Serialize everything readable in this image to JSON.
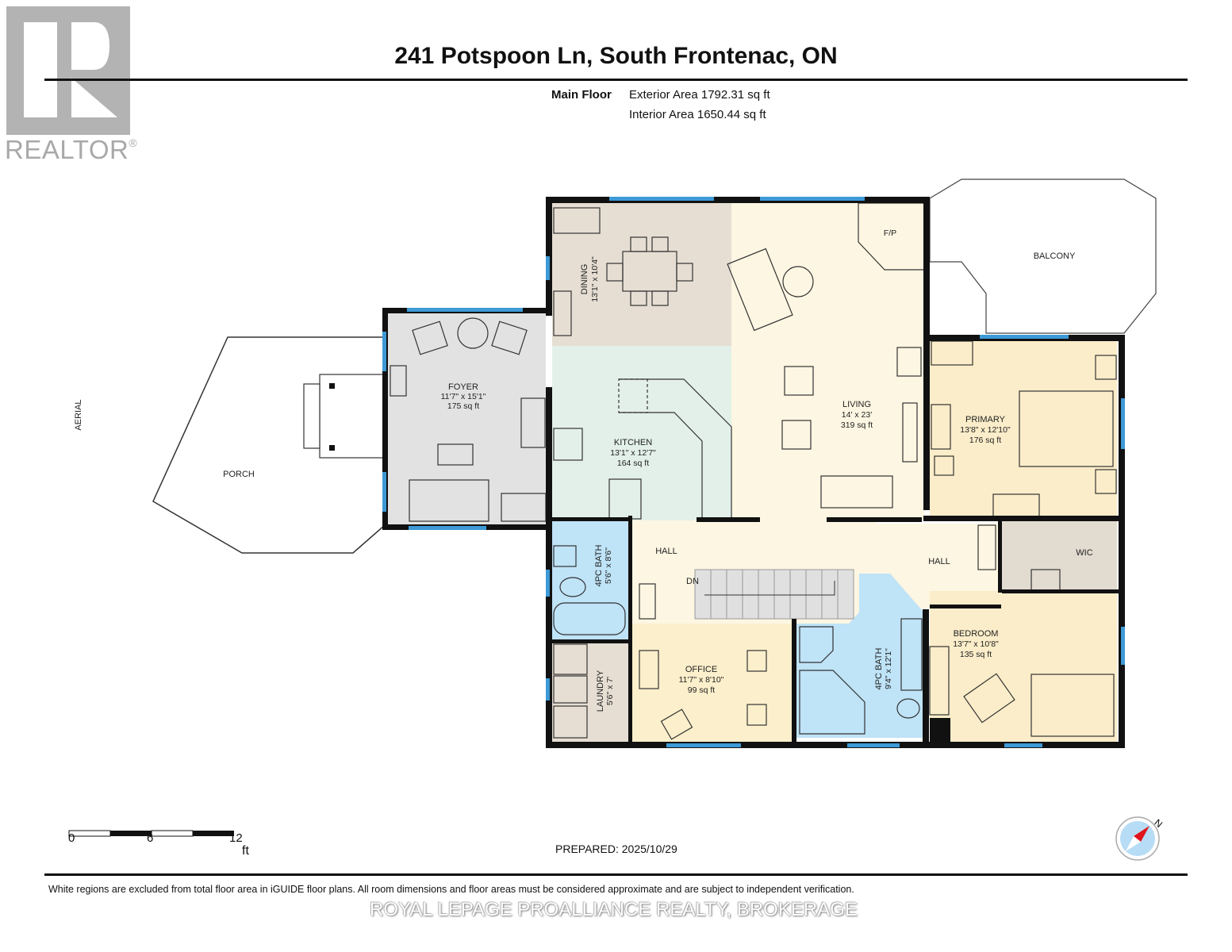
{
  "logo": {
    "name": "REALTOR",
    "mark": "®",
    "icon": "realtor-r-logo"
  },
  "header": {
    "title": "241 Potspoon Ln, South Frontenac, ON",
    "floor_label": "Main Floor",
    "exterior_area": "Exterior Area 1792.31 sq ft",
    "interior_area": "Interior Area 1650.44 sq ft"
  },
  "rooms": {
    "porch": {
      "name": "PORCH"
    },
    "aerial": {
      "name": "AERIAL"
    },
    "foyer": {
      "name": "FOYER",
      "dims": "11'7\" x 15'1\"",
      "area": "175 sq ft"
    },
    "dining": {
      "name": "DINING",
      "dims": "13'1\" x 10'4\""
    },
    "kitchen": {
      "name": "KITCHEN",
      "dims": "13'1\" x 12'7\"",
      "area": "164 sq ft"
    },
    "living": {
      "name": "LIVING",
      "dims": "14' x 23'",
      "area": "319 sq ft"
    },
    "fireplace": {
      "name": "F/P"
    },
    "balcony": {
      "name": "BALCONY"
    },
    "primary": {
      "name": "PRIMARY",
      "dims": "13'8\" x 12'10\"",
      "area": "176 sq ft"
    },
    "bath1": {
      "name": "4PC BATH",
      "dims": "5'6\" x 8'6\""
    },
    "laundry": {
      "name": "LAUNDRY",
      "dims": "5'6\" x 7'"
    },
    "hall1": {
      "name": "HALL"
    },
    "stairs": {
      "name": "DN"
    },
    "office": {
      "name": "OFFICE",
      "dims": "11'7\" x 8'10\"",
      "area": "99 sq ft"
    },
    "bath2": {
      "name": "4PC BATH",
      "dims": "9'4\" x 12'1\""
    },
    "hall2": {
      "name": "HALL"
    },
    "wic": {
      "name": "WIC"
    },
    "bedroom": {
      "name": "BEDROOM",
      "dims": "13'7\" x 10'8\"",
      "area": "135 sq ft"
    }
  },
  "colors": {
    "wall": "#111111",
    "window": "#3d9ad6",
    "foyer": "#e2e2e2",
    "dining": "#e6ded3",
    "kitchen": "#e3f0ea",
    "living": "#fdf6e2",
    "primary": "#fbedc9",
    "bath": "#bfe3f7",
    "laundry": "#e6ded3",
    "office": "#fcefcb",
    "hall": "#fdf6e2",
    "wic": "#e2dbd0",
    "stairs": "#e0e0e0"
  },
  "scale_bar": {
    "ticks": [
      "0",
      "6",
      "12"
    ],
    "unit": "ft"
  },
  "prepared": "PREPARED: 2025/10/29",
  "compass": {
    "label": "N",
    "icon": "north-compass-icon"
  },
  "footer": {
    "disclaimer": "White regions are excluded from total floor area in iGUIDE floor plans. All room dimensions and floor areas must be considered approximate and are subject to independent verification.",
    "brokerage": "ROYAL LEPAGE PROALLIANCE REALTY, BROKERAGE"
  }
}
